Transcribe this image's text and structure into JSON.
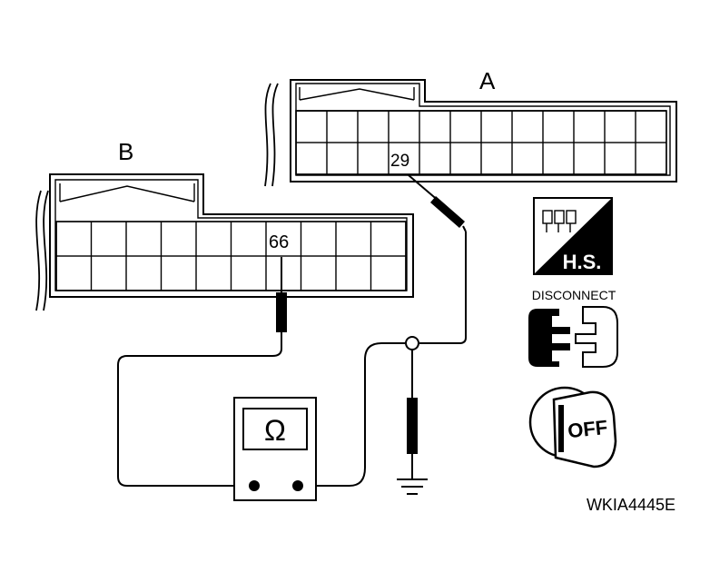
{
  "connector_a": {
    "label": "A",
    "pin": "29"
  },
  "connector_b": {
    "label": "B",
    "pin": "66"
  },
  "meter": {
    "symbol": "Ω"
  },
  "icons": {
    "harness_side": {
      "name": "harness-side-icon",
      "text": "H.S."
    },
    "disconnect": {
      "name": "disconnect-connector-icon",
      "text": "DISCONNECT"
    },
    "ignition": {
      "name": "ignition-key-off-icon",
      "text": "OFF"
    }
  },
  "figure_code": "WKIA4445E"
}
